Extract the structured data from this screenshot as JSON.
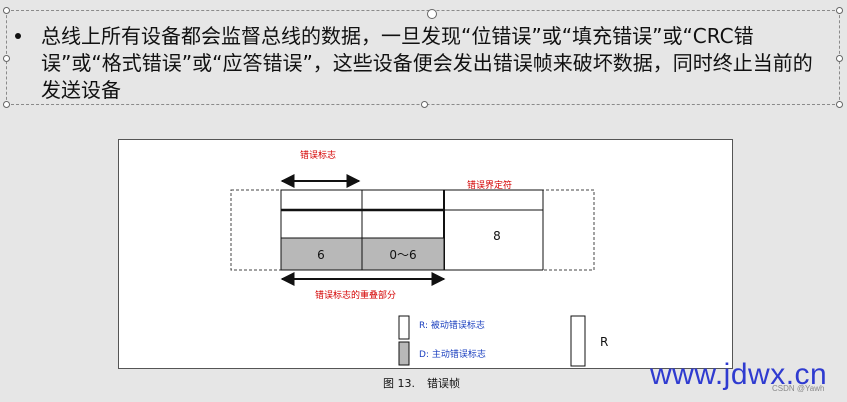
{
  "slide_text": {
    "bullet": "总线上所有设备都会监督总线的数据，一旦发现“位错误”或“填充错误”或“CRC错误”或“格式错误”或“应答错误”，这些设备便会发出错误帧来破坏数据，同时终止当前的发送设备"
  },
  "figure": {
    "error_flag_label": "错误标志",
    "error_delimiter_label": "错误界定符",
    "overlap_label": "错误标志的重叠部分",
    "cell_6": "6",
    "cell_0_6": "0～6",
    "cell_8": "8",
    "legend_r": "R: 被动错误标志",
    "legend_d": "D: 主动错误标志",
    "legend_r_box": "R",
    "caption_num": "图 13.",
    "caption_title": "错误帧",
    "colors": {
      "label_red": "#d40000",
      "legend_blue": "#1a3fbf",
      "dominant_fill": "#b8b8b8"
    }
  },
  "watermark": "www.jdwx.cn",
  "credit": "CSDN @Yawh"
}
